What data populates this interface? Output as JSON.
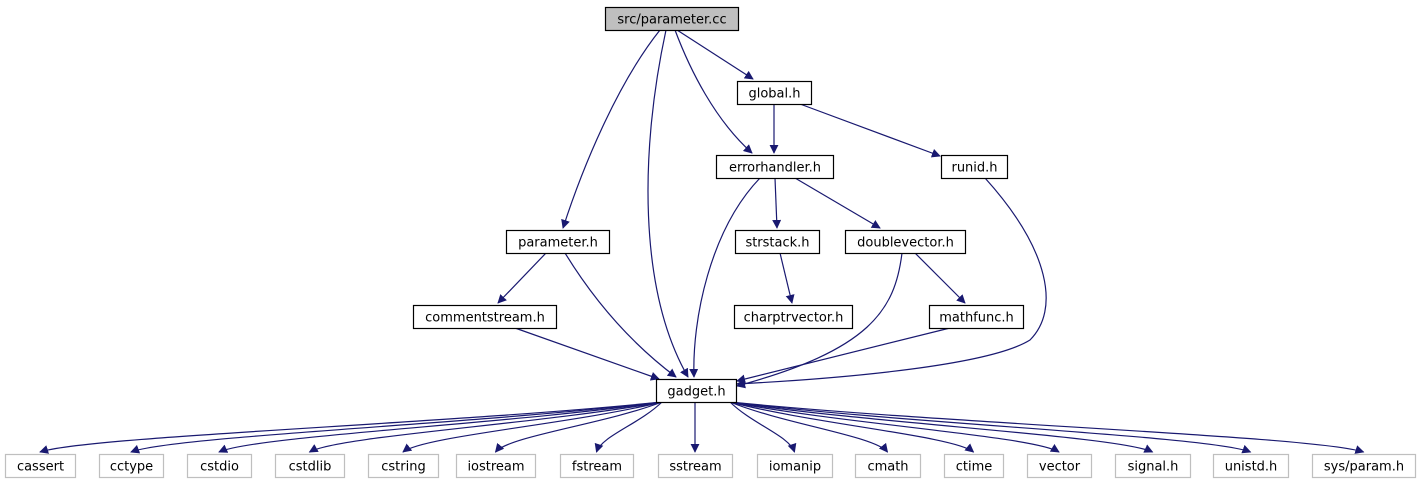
{
  "diagram": {
    "title": "",
    "colors": {
      "edge": "#191970",
      "root_fill": "#bfbfbf",
      "node_border": "#000000",
      "leaf_border": "#bfbfbf",
      "text": "#000000"
    },
    "nodes": [
      {
        "id": "parameter_cc",
        "label": "src/parameter.cc",
        "kind": "root"
      },
      {
        "id": "global_h",
        "label": "global.h",
        "kind": "internal"
      },
      {
        "id": "errorhandler_h",
        "label": "errorhandler.h",
        "kind": "internal"
      },
      {
        "id": "runid_h",
        "label": "runid.h",
        "kind": "internal"
      },
      {
        "id": "parameter_h",
        "label": "parameter.h",
        "kind": "internal"
      },
      {
        "id": "strstack_h",
        "label": "strstack.h",
        "kind": "internal"
      },
      {
        "id": "doublevector_h",
        "label": "doublevector.h",
        "kind": "internal"
      },
      {
        "id": "commentstream_h",
        "label": "commentstream.h",
        "kind": "internal"
      },
      {
        "id": "charptrvector_h",
        "label": "charptrvector.h",
        "kind": "internal"
      },
      {
        "id": "mathfunc_h",
        "label": "mathfunc.h",
        "kind": "internal"
      },
      {
        "id": "gadget_h",
        "label": "gadget.h",
        "kind": "internal"
      },
      {
        "id": "cassert",
        "label": "cassert",
        "kind": "system"
      },
      {
        "id": "cctype",
        "label": "cctype",
        "kind": "system"
      },
      {
        "id": "cstdio",
        "label": "cstdio",
        "kind": "system"
      },
      {
        "id": "cstdlib",
        "label": "cstdlib",
        "kind": "system"
      },
      {
        "id": "cstring",
        "label": "cstring",
        "kind": "system"
      },
      {
        "id": "iostream",
        "label": "iostream",
        "kind": "system"
      },
      {
        "id": "fstream",
        "label": "fstream",
        "kind": "system"
      },
      {
        "id": "sstream",
        "label": "sstream",
        "kind": "system"
      },
      {
        "id": "iomanip",
        "label": "iomanip",
        "kind": "system"
      },
      {
        "id": "cmath",
        "label": "cmath",
        "kind": "system"
      },
      {
        "id": "ctime",
        "label": "ctime",
        "kind": "system"
      },
      {
        "id": "vector",
        "label": "vector",
        "kind": "system"
      },
      {
        "id": "signal_h",
        "label": "signal.h",
        "kind": "system"
      },
      {
        "id": "unistd_h",
        "label": "unistd.h",
        "kind": "system"
      },
      {
        "id": "sys_param_h",
        "label": "sys/param.h",
        "kind": "system"
      }
    ],
    "edges": [
      {
        "from": "parameter_cc",
        "to": "global_h"
      },
      {
        "from": "parameter_cc",
        "to": "errorhandler_h"
      },
      {
        "from": "parameter_cc",
        "to": "parameter_h"
      },
      {
        "from": "parameter_cc",
        "to": "gadget_h"
      },
      {
        "from": "global_h",
        "to": "errorhandler_h"
      },
      {
        "from": "global_h",
        "to": "runid_h"
      },
      {
        "from": "errorhandler_h",
        "to": "strstack_h"
      },
      {
        "from": "errorhandler_h",
        "to": "doublevector_h"
      },
      {
        "from": "errorhandler_h",
        "to": "gadget_h"
      },
      {
        "from": "runid_h",
        "to": "gadget_h"
      },
      {
        "from": "parameter_h",
        "to": "commentstream_h"
      },
      {
        "from": "parameter_h",
        "to": "gadget_h"
      },
      {
        "from": "strstack_h",
        "to": "charptrvector_h"
      },
      {
        "from": "doublevector_h",
        "to": "mathfunc_h"
      },
      {
        "from": "doublevector_h",
        "to": "gadget_h"
      },
      {
        "from": "commentstream_h",
        "to": "gadget_h"
      },
      {
        "from": "mathfunc_h",
        "to": "gadget_h"
      },
      {
        "from": "gadget_h",
        "to": "cassert"
      },
      {
        "from": "gadget_h",
        "to": "cctype"
      },
      {
        "from": "gadget_h",
        "to": "cstdio"
      },
      {
        "from": "gadget_h",
        "to": "cstdlib"
      },
      {
        "from": "gadget_h",
        "to": "cstring"
      },
      {
        "from": "gadget_h",
        "to": "iostream"
      },
      {
        "from": "gadget_h",
        "to": "fstream"
      },
      {
        "from": "gadget_h",
        "to": "sstream"
      },
      {
        "from": "gadget_h",
        "to": "iomanip"
      },
      {
        "from": "gadget_h",
        "to": "cmath"
      },
      {
        "from": "gadget_h",
        "to": "ctime"
      },
      {
        "from": "gadget_h",
        "to": "vector"
      },
      {
        "from": "gadget_h",
        "to": "signal_h"
      },
      {
        "from": "gadget_h",
        "to": "unistd_h"
      },
      {
        "from": "gadget_h",
        "to": "sys_param_h"
      }
    ]
  }
}
